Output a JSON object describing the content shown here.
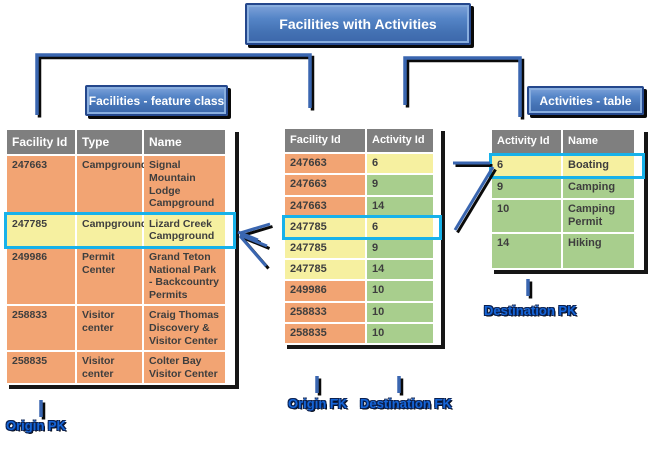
{
  "title": "Facilities with Activities",
  "labels": {
    "facilities_box": "Facilities - feature class",
    "activities_box": "Activities - table",
    "origin_pk": "Origin PK",
    "origin_fk": "Origin FK",
    "destination_fk": "Destination FK",
    "destination_pk": "Destination PK"
  },
  "colors": {
    "header_gray": "#7f7f7f",
    "row_orange": "#f2a473",
    "row_yellow": "#f6f0a0",
    "row_green": "#a8ce8d",
    "highlight_cyan": "#17b2ea",
    "box_blue": "#4472b4",
    "box_border": "#24478c",
    "arrow_blue": "#3a66b0",
    "label_blue": "#1565d8"
  },
  "tables": [
    {
      "id": "facilities",
      "name": "facilities-feature-class-table",
      "headers": [
        "Facility Id",
        "Type",
        "Name"
      ],
      "rows": [
        {
          "highlight": false,
          "cells": [
            {
              "text": "247663",
              "color": "orange"
            },
            {
              "text": "Campground",
              "color": "orange"
            },
            {
              "text": "Signal Mountain Lodge Campground",
              "color": "orange"
            }
          ]
        },
        {
          "highlight": true,
          "cells": [
            {
              "text": "247785",
              "color": "yellow"
            },
            {
              "text": "Campground",
              "color": "yellow"
            },
            {
              "text": "Lizard Creek Campground",
              "color": "yellow"
            }
          ]
        },
        {
          "highlight": false,
          "cells": [
            {
              "text": "249986",
              "color": "orange"
            },
            {
              "text": "Permit Center",
              "color": "orange"
            },
            {
              "text": "Grand Teton National Park - Backcountry Permits",
              "color": "orange"
            }
          ]
        },
        {
          "highlight": false,
          "cells": [
            {
              "text": "258833",
              "color": "orange"
            },
            {
              "text": "Visitor center",
              "color": "orange"
            },
            {
              "text": "Craig Thomas Discovery & Visitor Center",
              "color": "orange"
            }
          ]
        },
        {
          "highlight": false,
          "cells": [
            {
              "text": "258835",
              "color": "orange"
            },
            {
              "text": "Visitor center",
              "color": "orange"
            },
            {
              "text": "Colter Bay Visitor Center",
              "color": "orange"
            }
          ]
        }
      ]
    },
    {
      "id": "join",
      "name": "facilities-activities-join-table",
      "headers": [
        "Facility Id",
        "Activity Id"
      ],
      "rows": [
        {
          "highlight": false,
          "cells": [
            {
              "text": "247663",
              "color": "orange"
            },
            {
              "text": "6",
              "color": "yellow"
            }
          ]
        },
        {
          "highlight": false,
          "cells": [
            {
              "text": "247663",
              "color": "orange"
            },
            {
              "text": "9",
              "color": "green"
            }
          ]
        },
        {
          "highlight": false,
          "cells": [
            {
              "text": "247663",
              "color": "orange"
            },
            {
              "text": "14",
              "color": "green"
            }
          ]
        },
        {
          "highlight": true,
          "cells": [
            {
              "text": "247785",
              "color": "yellow"
            },
            {
              "text": "6",
              "color": "yellow"
            }
          ]
        },
        {
          "highlight": false,
          "cells": [
            {
              "text": "247785",
              "color": "yellow"
            },
            {
              "text": "9",
              "color": "green"
            }
          ]
        },
        {
          "highlight": false,
          "cells": [
            {
              "text": "247785",
              "color": "yellow"
            },
            {
              "text": "14",
              "color": "green"
            }
          ]
        },
        {
          "highlight": false,
          "cells": [
            {
              "text": "249986",
              "color": "orange"
            },
            {
              "text": "10",
              "color": "green"
            }
          ]
        },
        {
          "highlight": false,
          "cells": [
            {
              "text": "258833",
              "color": "orange"
            },
            {
              "text": "10",
              "color": "green"
            }
          ]
        },
        {
          "highlight": false,
          "cells": [
            {
              "text": "258835",
              "color": "orange"
            },
            {
              "text": "10",
              "color": "green"
            }
          ]
        }
      ]
    },
    {
      "id": "activities",
      "name": "activities-table",
      "headers": [
        "Activity Id",
        "Name"
      ],
      "rows": [
        {
          "highlight": true,
          "cells": [
            {
              "text": "6",
              "color": "yellow"
            },
            {
              "text": "Boating",
              "color": "yellow"
            }
          ]
        },
        {
          "highlight": false,
          "cells": [
            {
              "text": "9",
              "color": "green"
            },
            {
              "text": "Camping",
              "color": "green"
            }
          ]
        },
        {
          "highlight": false,
          "cells": [
            {
              "text": "10",
              "color": "green"
            },
            {
              "text": "Camping Permit",
              "color": "green"
            }
          ]
        },
        {
          "highlight": false,
          "cells": [
            {
              "text": "14",
              "color": "green"
            },
            {
              "text": "Hiking",
              "color": "green"
            }
          ]
        }
      ]
    }
  ]
}
